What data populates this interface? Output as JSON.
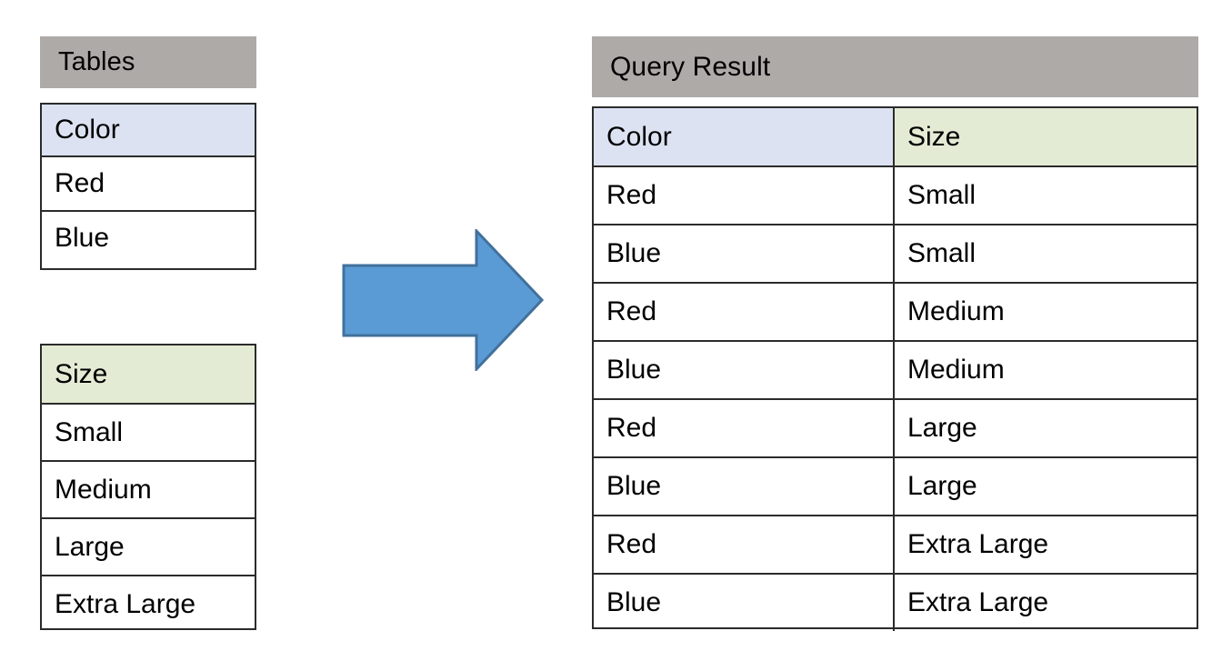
{
  "page": {
    "background": "#FFFFFF",
    "accent_arrow_fill": "#5B9BD5",
    "accent_arrow_stroke": "#41719C",
    "caption_bar_color": "#AEAAA8",
    "header_blue": "#DCE2F1",
    "header_green": "#E4EBD5",
    "border_color": "#2B2B2B"
  },
  "left_panel": {
    "caption": "Tables",
    "color_table": {
      "header": "Color",
      "rows": [
        "Red",
        "Blue"
      ]
    },
    "size_table": {
      "header": "Size",
      "rows": [
        "Small",
        "Medium",
        "Large",
        "Extra Large"
      ]
    }
  },
  "arrow": {
    "icon": "right-block-arrow-icon",
    "direction": "right"
  },
  "right_panel": {
    "caption": "Query Result",
    "table": {
      "headers": [
        "Color",
        "Size"
      ],
      "rows": [
        [
          "Red",
          "Small"
        ],
        [
          "Blue",
          "Small"
        ],
        [
          "Red",
          "Medium"
        ],
        [
          "Blue",
          "Medium"
        ],
        [
          "Red",
          "Large"
        ],
        [
          "Blue",
          "Large"
        ],
        [
          "Red",
          "Extra Large"
        ],
        [
          "Blue",
          "Extra Large"
        ]
      ]
    }
  }
}
